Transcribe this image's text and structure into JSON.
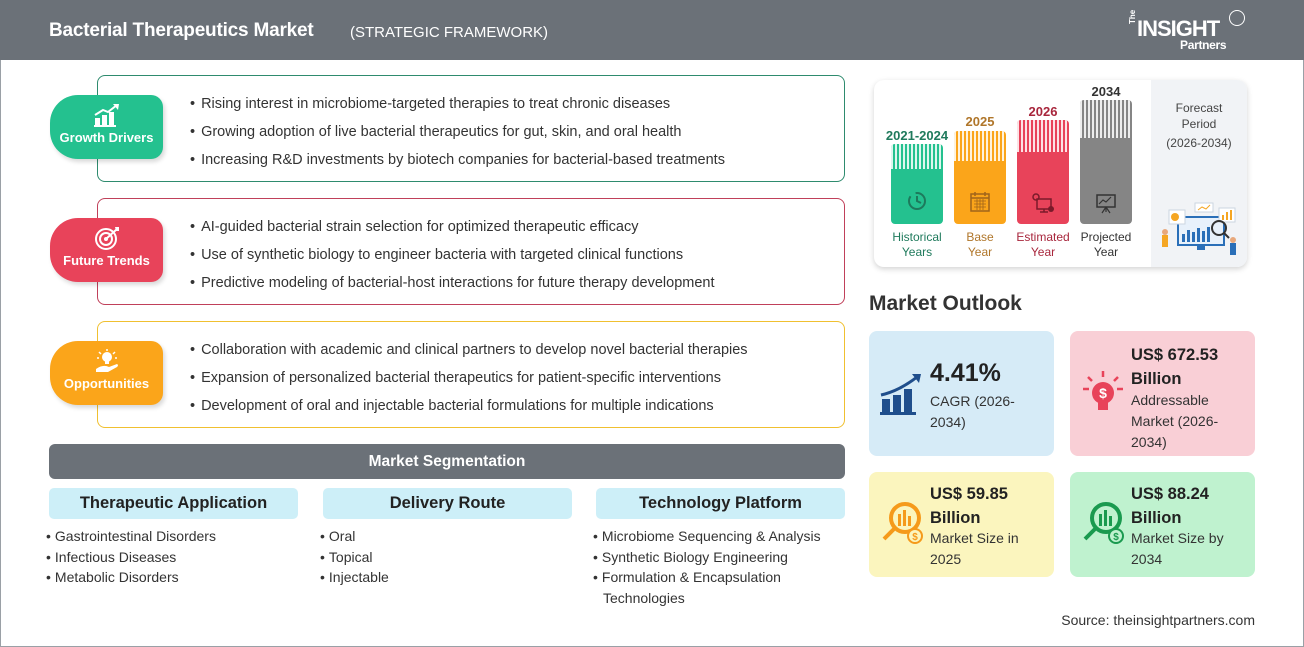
{
  "header": {
    "title": "Bacterial Therapeutics Market",
    "subtitle": "(STRATEGIC FRAMEWORK)",
    "logo": {
      "the": "The",
      "insight": "INSIGHT",
      "partners": "Partners"
    }
  },
  "framework": [
    {
      "label": "Growth Drivers",
      "icon": "growth-chart-icon",
      "color": "#24c18f",
      "items": [
        "Rising interest in microbiome-targeted therapies to treat chronic diseases",
        "Growing adoption of live bacterial therapeutics for gut, skin, and oral health",
        "Increasing R&D investments by biotech companies for bacterial-based treatments"
      ]
    },
    {
      "label": "Future Trends",
      "icon": "target-icon",
      "color": "#e8435a",
      "items": [
        "AI-guided bacterial strain selection for optimized therapeutic efficacy",
        "Use of synthetic biology to engineer bacteria with targeted clinical functions",
        "Predictive modeling of bacterial-host interactions for future therapy development"
      ]
    },
    {
      "label": "Opportunities",
      "icon": "lightbulb-hand-icon",
      "color": "#fba51a",
      "items": [
        "Collaboration with academic and clinical partners to develop novel bacterial therapies",
        "Expansion of personalized bacterial therapeutics for patient-specific interventions",
        "Development of oral and injectable bacterial formulations for multiple indications"
      ]
    }
  ],
  "segmentation": {
    "title": "Market Segmentation",
    "columns": [
      {
        "heading": "Therapeutic Application",
        "items": [
          "Gastrointestinal Disorders",
          "Infectious Diseases",
          "Metabolic Disorders"
        ]
      },
      {
        "heading": "Delivery Route",
        "items": [
          "Oral",
          "Topical",
          "Injectable"
        ]
      },
      {
        "heading": "Technology Platform",
        "items": [
          "Microbiome Sequencing & Analysis",
          "Synthetic Biology Engineering",
          "Formulation & Encapsulation Technologies"
        ]
      }
    ]
  },
  "timeline": {
    "bars": [
      {
        "year": "2021-2024",
        "label_line1": "Historical",
        "label_line2": "Years",
        "color": "#24c18f",
        "text_color": "#1f7a5c",
        "icon": "history-clock-icon"
      },
      {
        "year": "2025",
        "label_line1": "Base",
        "label_line2": "Year",
        "color": "#fba51a",
        "text_color": "#b0762a",
        "icon": "calendar-icon"
      },
      {
        "year": "2026",
        "label_line1": "Estimated",
        "label_line2": "Year",
        "color": "#e8435a",
        "text_color": "#a8263c",
        "icon": "monitor-gear-icon"
      },
      {
        "year": "2034",
        "label_line1": "Projected",
        "label_line2": "Year",
        "color": "#858585",
        "text_color": "#333333",
        "icon": "presentation-board-icon"
      }
    ],
    "forecast": {
      "line1": "Forecast",
      "line2": "Period",
      "line3": "(2026-2034)"
    }
  },
  "outlook": {
    "title": "Market Outlook",
    "cards": [
      {
        "value": "4.41%",
        "desc": "CAGR (2026-2034)",
        "icon": "growth-chart-icon",
        "bg": "#d6ebf7"
      },
      {
        "value_line1": "US$ 672.53",
        "value_line2": "Billion",
        "desc": "Addressable Market (2026-2034)",
        "icon": "dollar-lightbulb-icon",
        "bg": "#f9cfd6"
      },
      {
        "value_line1": "US$ 59.85",
        "value_line2": "Billion",
        "desc": "Market Size in 2025",
        "icon": "magnifier-chart-icon",
        "bg": "#fbf5be"
      },
      {
        "value_line1": "US$ 88.24",
        "value_line2": "Billion",
        "desc": "Market Size by 2034",
        "icon": "magnifier-chart-icon",
        "bg": "#bff2cf"
      }
    ]
  },
  "source": "Source: theinsightpartners.com"
}
